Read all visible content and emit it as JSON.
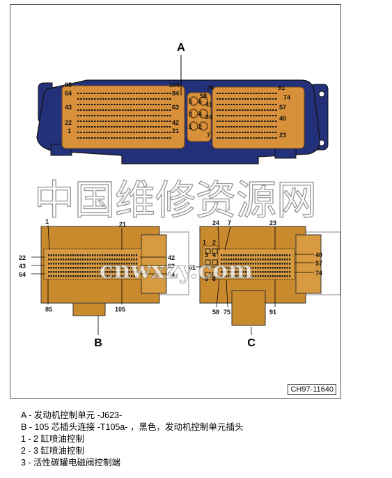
{
  "labels": {
    "a": "A",
    "b": "B",
    "c": "C"
  },
  "ecu_pins": {
    "left": [
      "85",
      "64",
      "43",
      "22",
      "1"
    ],
    "mid": [
      "105",
      "84",
      "63",
      "42",
      "21"
    ],
    "small_nums": [
      "5",
      "6",
      "3",
      "4",
      "1",
      "2"
    ],
    "right_a": [
      "76",
      "58",
      "41",
      "24",
      "7"
    ],
    "right_b": [
      "91",
      "74",
      "57",
      "40",
      "23"
    ]
  },
  "conn_b": {
    "top": [
      "1",
      "21"
    ],
    "left": [
      "22",
      "43",
      "64"
    ],
    "right": [
      "42",
      "63",
      "84"
    ],
    "bottom": [
      "85",
      "105"
    ]
  },
  "conn_c": {
    "top": [
      "24",
      "7",
      "23"
    ],
    "inner": [
      "1",
      "2",
      "3",
      "4",
      "5",
      "6"
    ],
    "left": [
      "41"
    ],
    "right": [
      "40",
      "57",
      "74"
    ],
    "bottom": [
      "58",
      "75",
      "91"
    ]
  },
  "watermark": {
    "main": "中国维修资源网",
    "sub": "cnwxzy.com"
  },
  "figure_id": "CH97-11640",
  "legend": [
    "A - 发动机控制单元 -J623-",
    "B - 105 芯插头连接 -T105a- ，黑色，发动机控制单元插头",
    "1 - 2 缸喷油控制",
    "2 - 3 缸喷油控制",
    "3 - 活性碳罐电磁阀控制端"
  ],
  "colors": {
    "housing": "#23307a",
    "pins": "#d8913a",
    "connector": "#c98a2d",
    "connector_face": "#d79a40"
  }
}
